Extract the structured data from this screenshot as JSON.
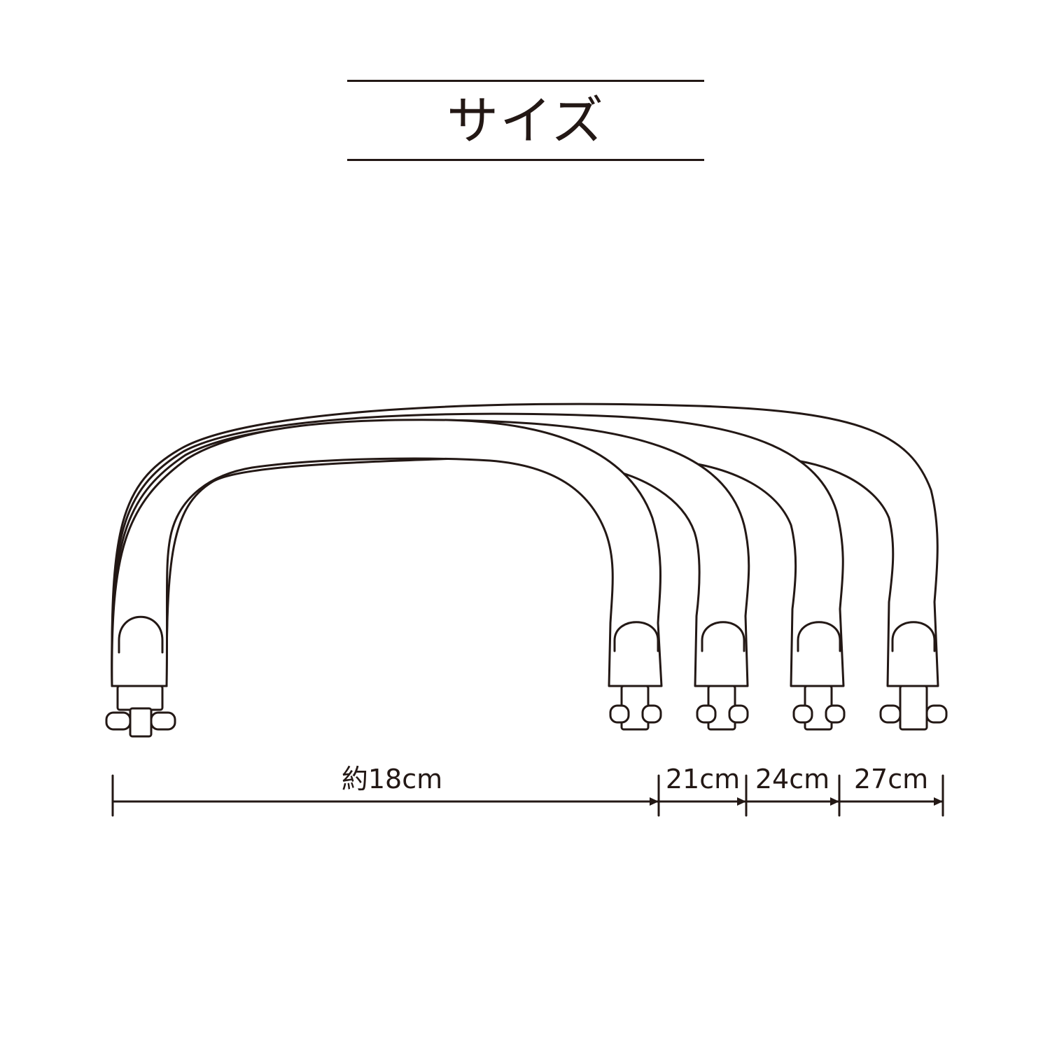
{
  "title": "サイズ",
  "dimensions": [
    {
      "label": "約18cm"
    },
    {
      "label": "21cm"
    },
    {
      "label": "24cm"
    },
    {
      "label": "27cm"
    }
  ],
  "colors": {
    "line": "#231815",
    "background": "#ffffff"
  }
}
